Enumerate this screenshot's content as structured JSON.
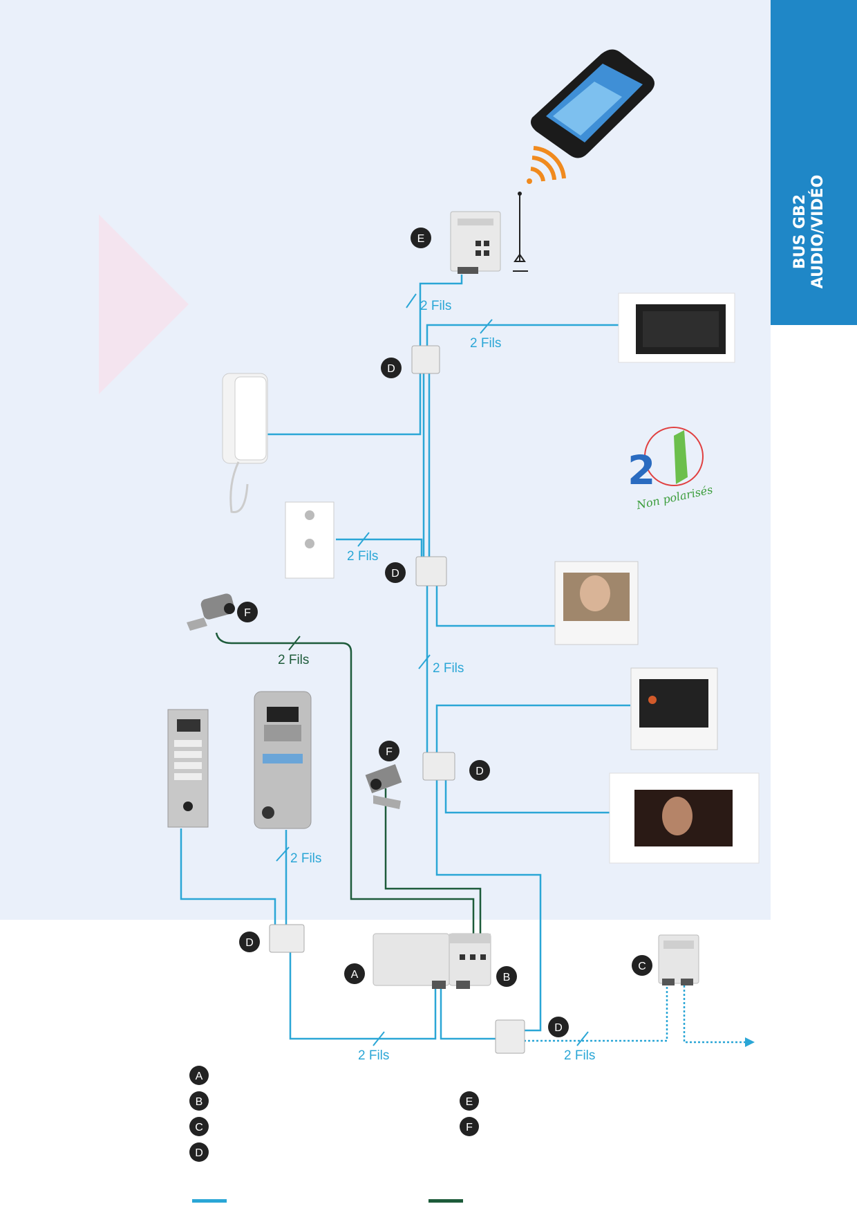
{
  "sidebar": {
    "label_line1": "BUS GB2",
    "label_line2": "AUDIO/VIDÉO"
  },
  "badge": {
    "label": "Non polarisés",
    "number": "2"
  },
  "wire_label": "2 Fils",
  "markers": {
    "a": "A",
    "b": "B",
    "c": "C",
    "d": "D",
    "e": "E",
    "f": "F"
  },
  "colors": {
    "bus_wire": "#2aa6d6",
    "camera_wire": "#1d5b3a",
    "accent": "#1f87c7"
  }
}
